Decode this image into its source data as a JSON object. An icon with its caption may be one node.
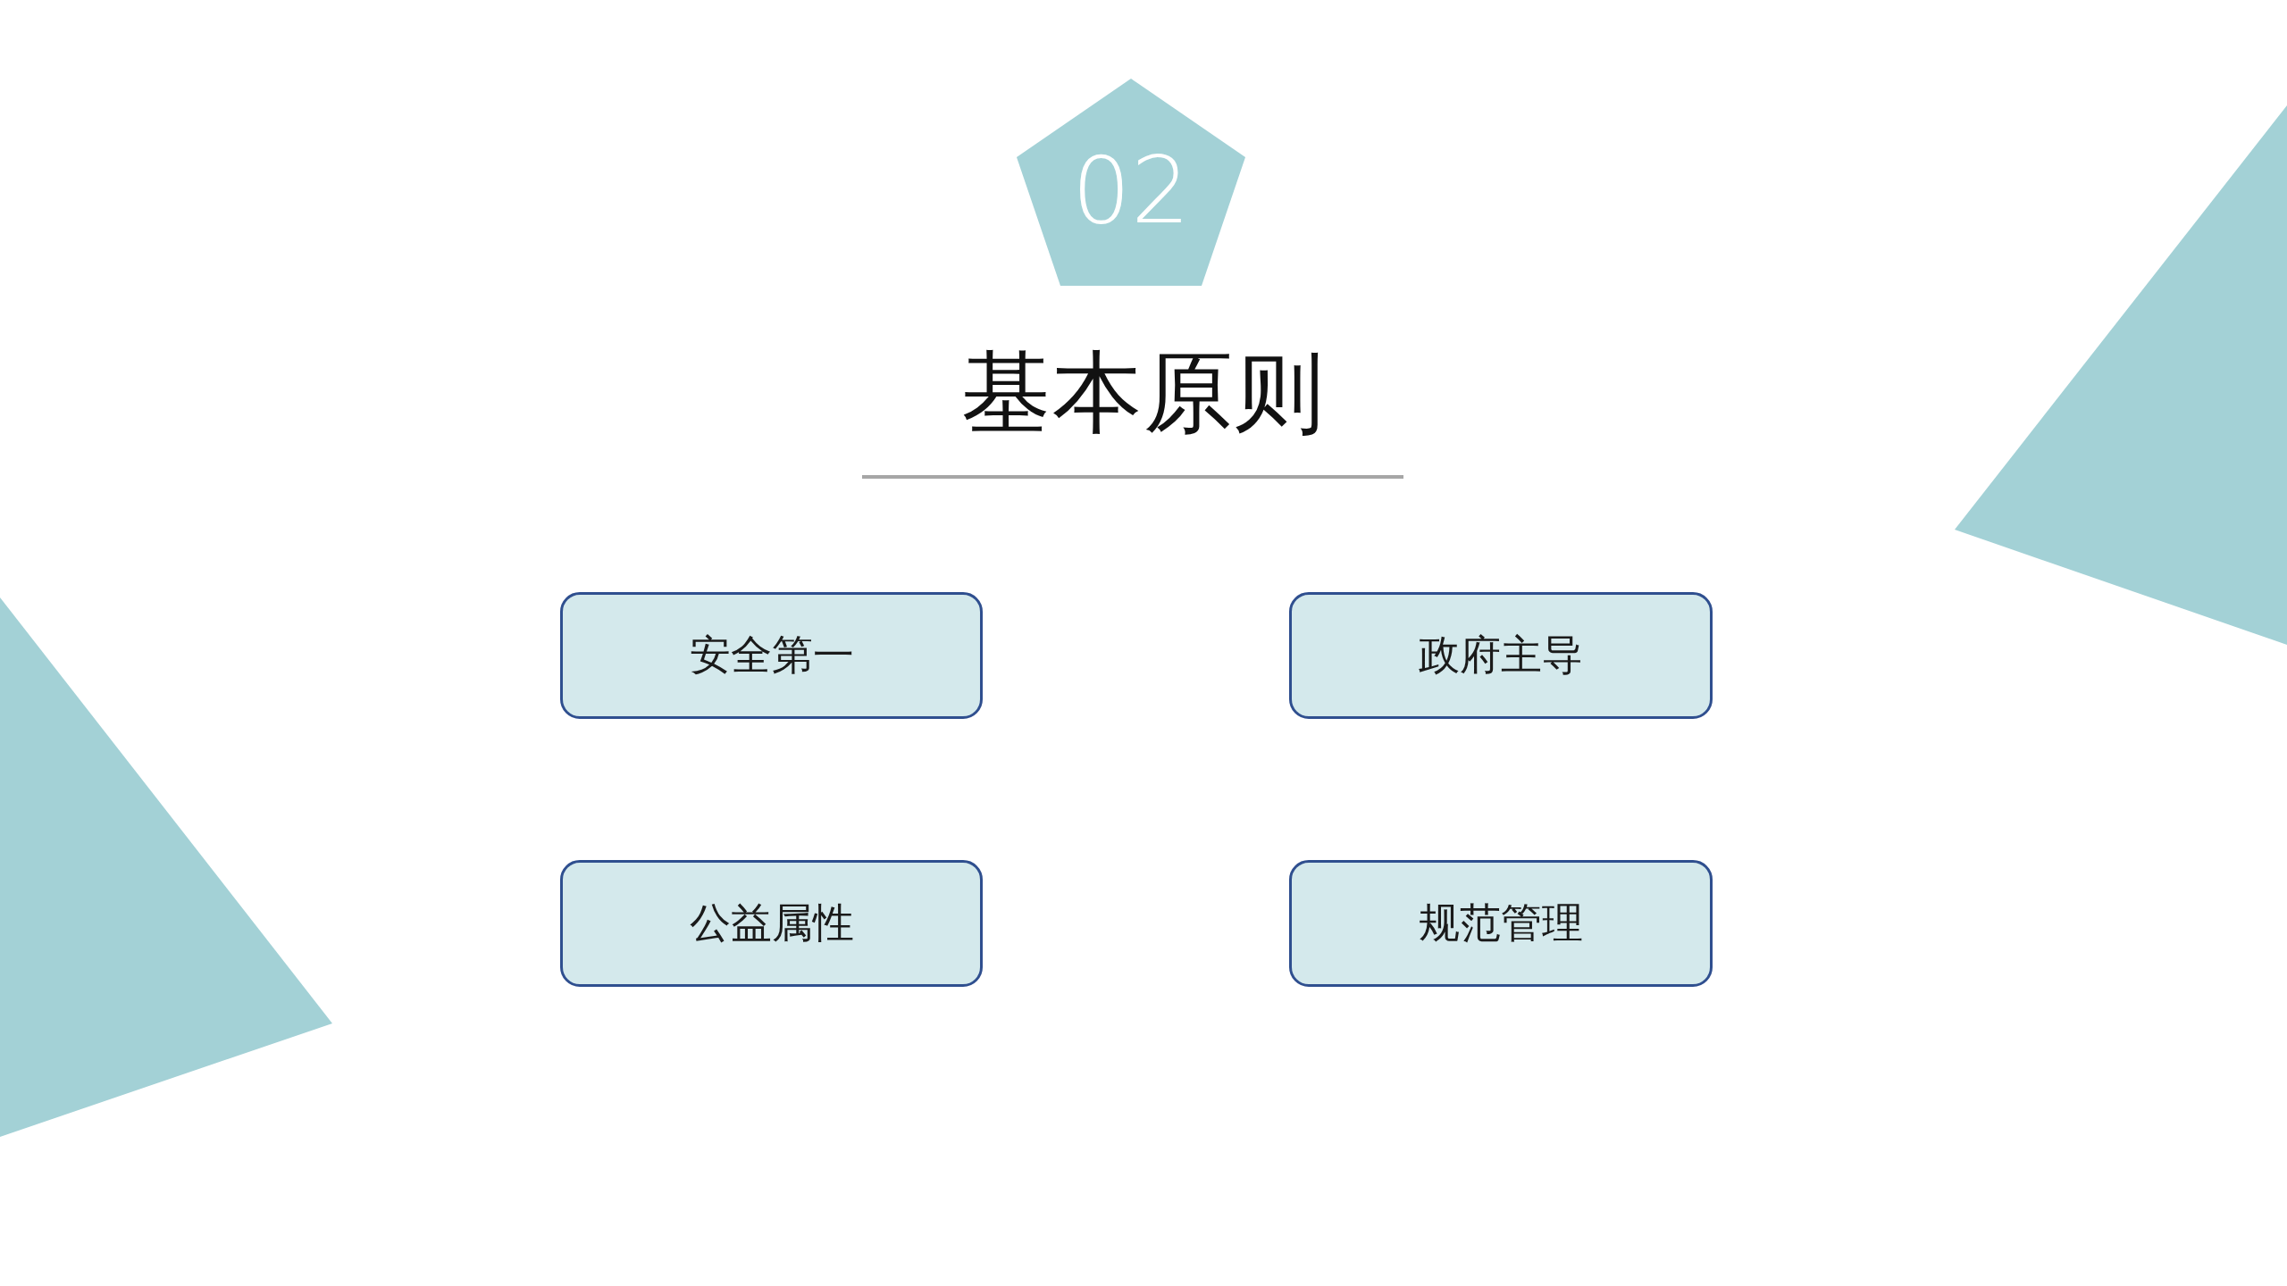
{
  "diagram": {
    "title": "基本原则",
    "nodes": [
      {
        "text": [
          "02"
        ]
      },
      {
        "text": [
          "安全第一"
        ]
      },
      {
        "text": [
          "政府主导"
        ]
      },
      {
        "text": [
          "公益属性"
        ]
      },
      {
        "text": [
          "规范管理"
        ]
      }
    ]
  }
}
